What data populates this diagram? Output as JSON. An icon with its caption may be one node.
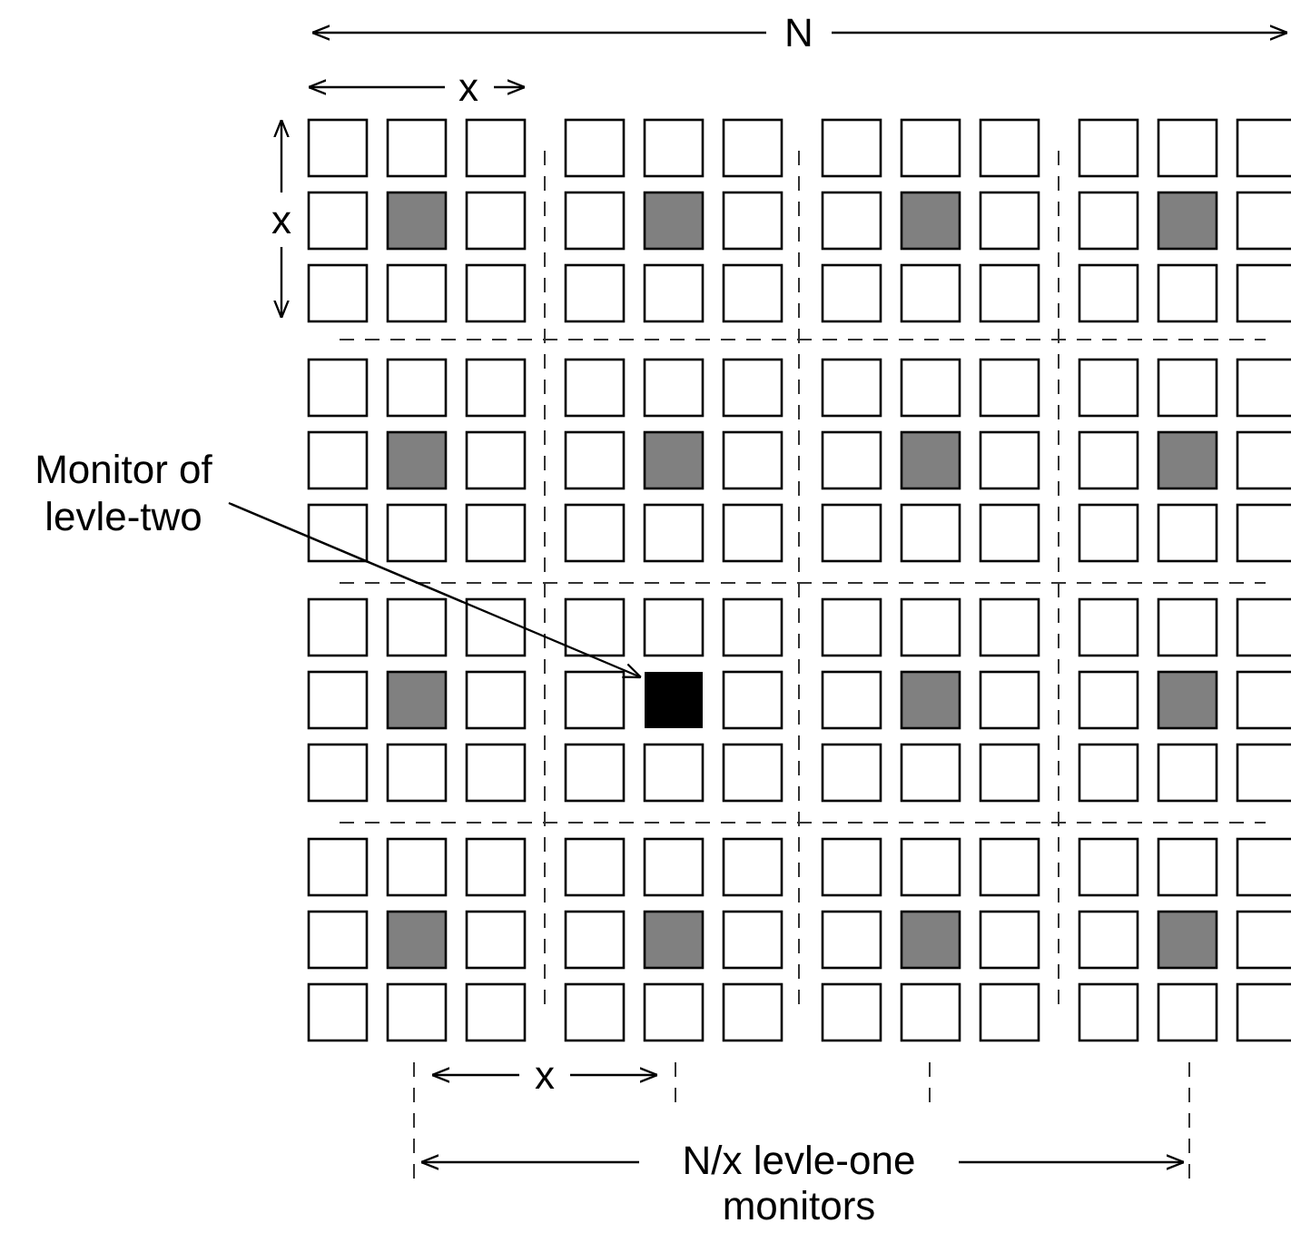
{
  "diagram": {
    "nodes": [
      {
        "text": [
          "Monitor of levle-two"
        ]
      },
      {
        "text": [],
        "shape": "box"
      }
    ],
    "edges": [
      {
        "from": 0,
        "to": 1,
        "arrow": "to"
      }
    ],
    "labels": [
      "N",
      "x",
      "x",
      "x",
      "N/x levle-one monitors"
    ]
  }
}
